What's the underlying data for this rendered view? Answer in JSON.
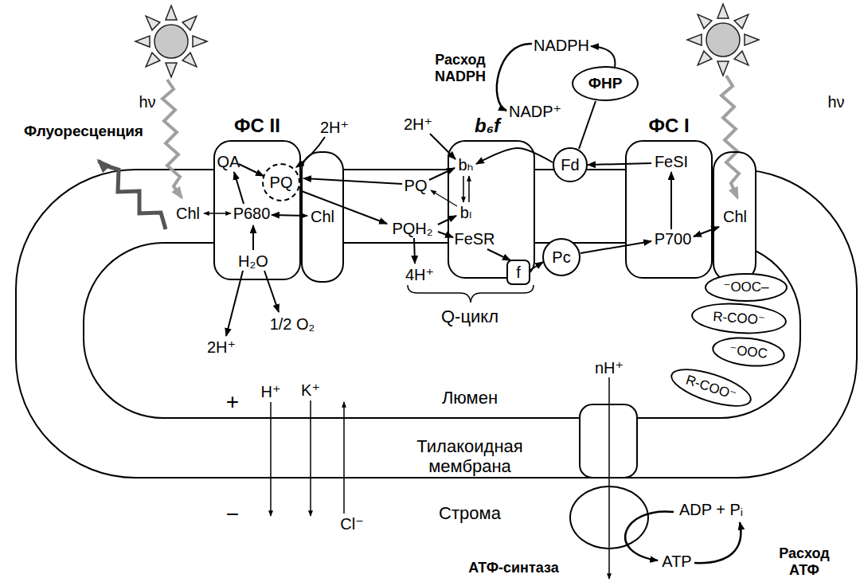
{
  "diagram": {
    "nodes": [
      {
        "text": [
          "ФС II",
          "QA",
          "P680",
          "H₂O"
        ]
      },
      {
        "text": [
          "PQ"
        ],
        "in": 0
      },
      {
        "text": [
          "Chl"
        ]
      },
      {
        "text": [
          "b₆f",
          "bₕ",
          "bₗ",
          "FeSR"
        ]
      },
      {
        "text": [
          "f"
        ],
        "in": 3
      },
      {
        "text": [
          "Fd"
        ]
      },
      {
        "text": [
          "Pc"
        ]
      },
      {
        "text": [
          "ФНР"
        ]
      },
      {
        "text": [
          "ФС I",
          "FeSI",
          "P700"
        ]
      },
      {
        "text": [
          "Chl"
        ]
      },
      {
        "text": [
          "АТФ-синтаза"
        ]
      },
      {
        "text": [
          "⁻OOC–"
        ]
      },
      {
        "text": [
          "R-COO⁻"
        ]
      },
      {
        "text": [
          "⁻OOC"
        ]
      },
      {
        "text": [
          "R-COO⁻"
        ]
      }
    ],
    "edges": [
      {
        "from": 0,
        "to": 1,
        "arrow": "to"
      },
      {
        "from": 0,
        "to": 2,
        "arrow": "both"
      },
      {
        "from": 5,
        "to": 3,
        "arrow": "to"
      },
      {
        "from": 8,
        "to": 5,
        "arrow": "to"
      },
      {
        "from": 5,
        "to": 7,
        "arrow": "none"
      },
      {
        "from": 3,
        "to": 4,
        "arrow": "to"
      },
      {
        "from": 4,
        "to": 6,
        "arrow": "to"
      },
      {
        "from": 6,
        "to": 8,
        "arrow": "to"
      },
      {
        "from": 8,
        "to": 9,
        "arrow": "both"
      }
    ],
    "labels": [
      "2H⁺",
      "Флуоресценция",
      "hν",
      "hν",
      "Chl",
      "1/2 O₂",
      "2H⁺",
      "PQ",
      "PQH₂",
      "2H⁺",
      "4H⁺",
      "Q-цикл",
      "Расход NADPH",
      "NADPH",
      "NADP⁺",
      "+",
      "H⁺",
      "K⁺",
      "Люмен",
      "Тилакоидная мембрана",
      "−",
      "Cl⁻",
      "Строма",
      "nH⁺",
      "ADP + Pᵢ",
      "ATP",
      "Расход АТФ"
    ]
  }
}
